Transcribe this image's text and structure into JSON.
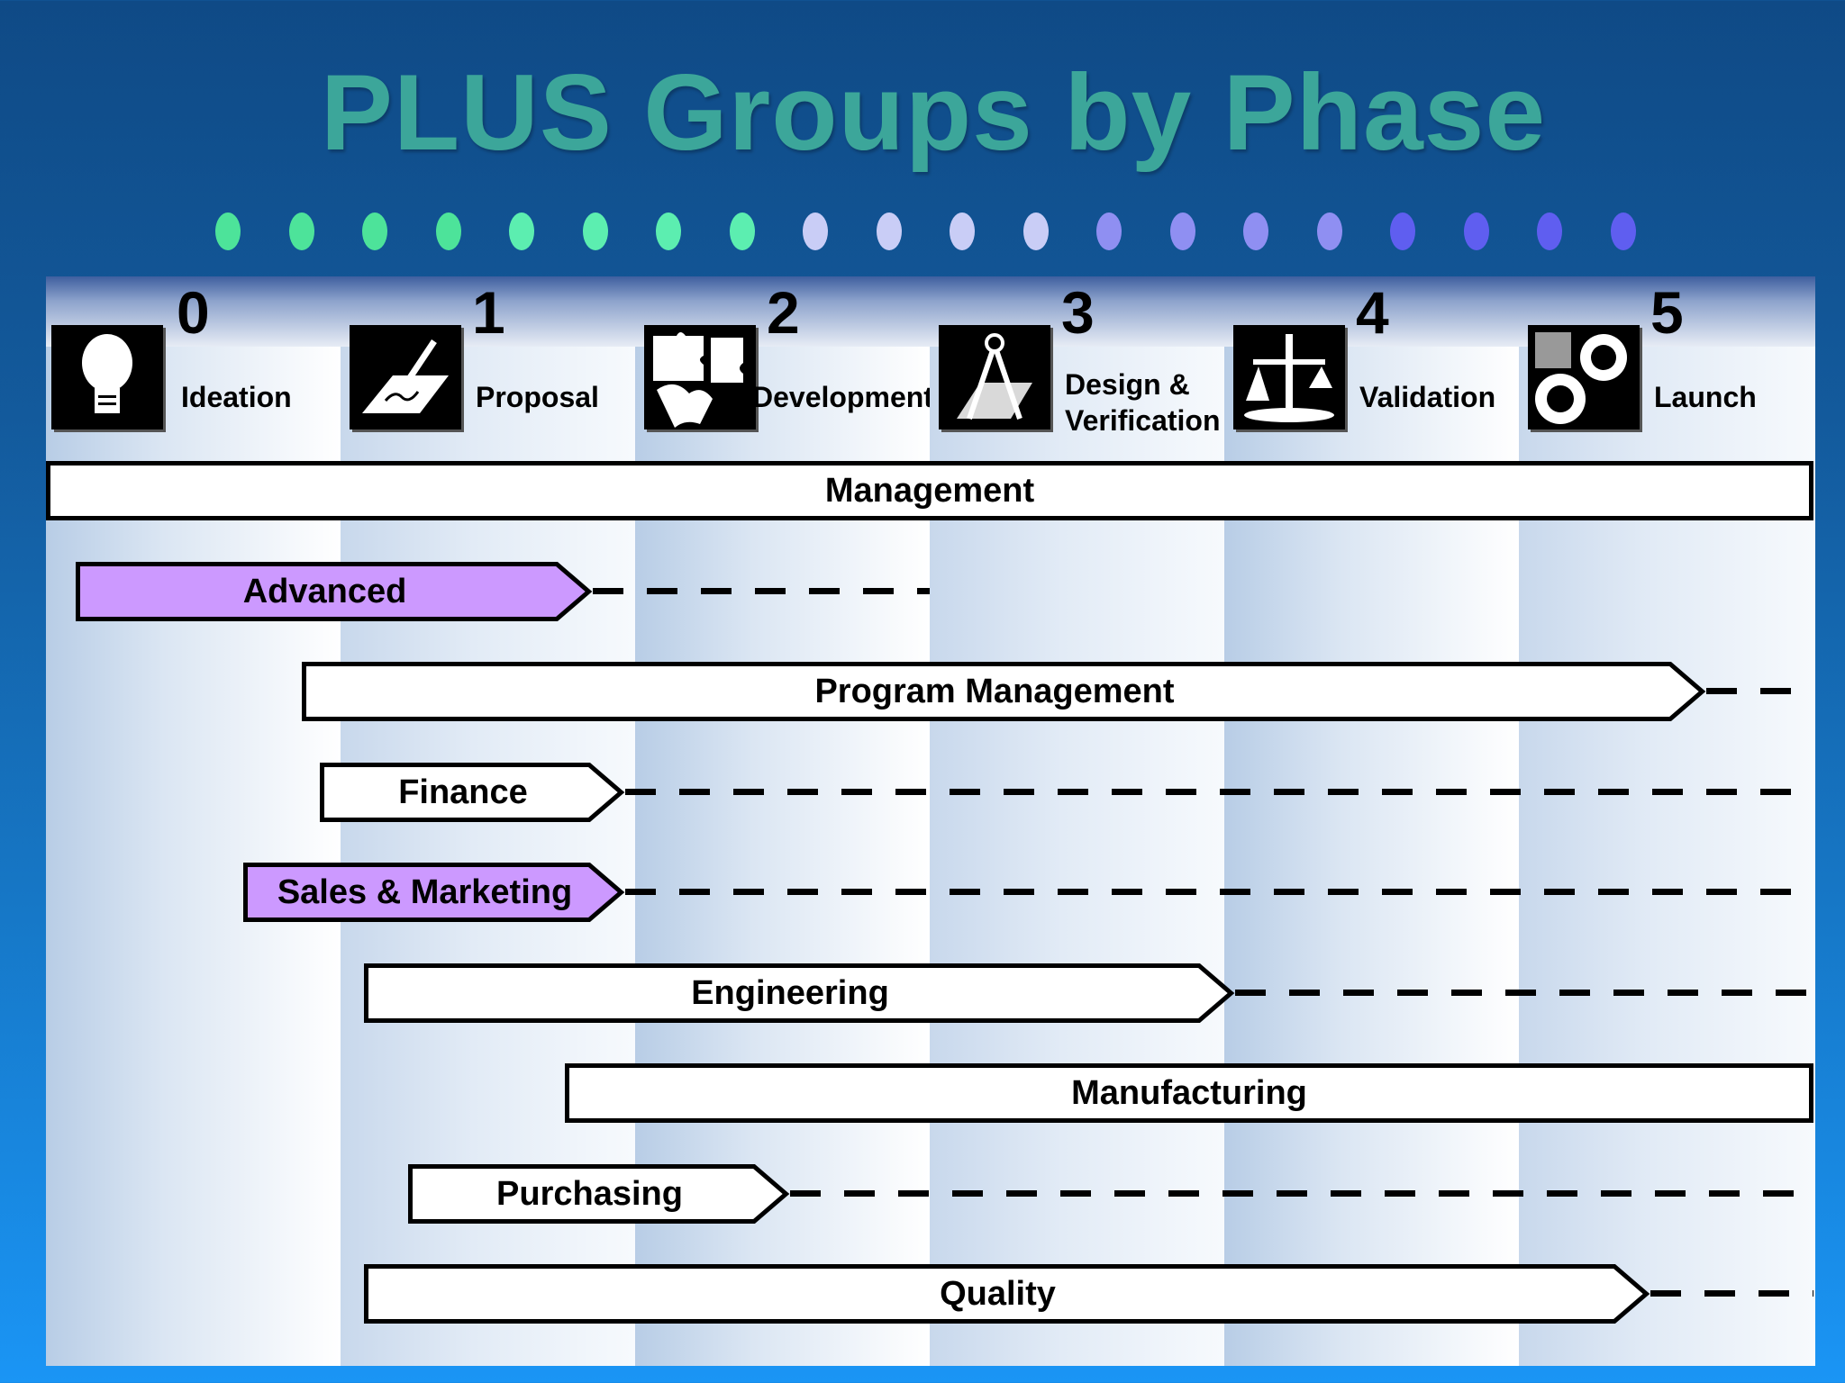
{
  "title": "PLUS Groups by Phase",
  "colors": {
    "title": "#3ca69a",
    "highlight": "#cc99ff",
    "bar_fill": "#ffffff"
  },
  "dot_colors": [
    "#4de39a",
    "#4de39a",
    "#4de39a",
    "#4de39a",
    "#5ceeb0",
    "#5ceeb0",
    "#5ceeb0",
    "#5ceeb0",
    "#c9cdf6",
    "#c9cdf6",
    "#c9cdf6",
    "#c9cdf6",
    "#8f8ff2",
    "#8f8ff2",
    "#8f8ff2",
    "#8f8ff2",
    "#5f5ef0",
    "#5f5ef0",
    "#5f5ef0",
    "#5f5ef0"
  ],
  "phases": [
    {
      "number": "0",
      "name": "Ideation",
      "icon": "lightbulb-icon"
    },
    {
      "number": "1",
      "name": "Proposal",
      "icon": "pen-writing-icon"
    },
    {
      "number": "2",
      "name": "Development",
      "icon": "puzzle-pieces-icon"
    },
    {
      "number": "3",
      "name": "Design &\nVerification",
      "icon": "drafting-compass-icon"
    },
    {
      "number": "4",
      "name": "Validation",
      "icon": "balance-scale-icon"
    },
    {
      "number": "5",
      "name": "Launch",
      "icon": "gears-icon"
    }
  ],
  "groups": [
    {
      "label": "Management",
      "start": 0,
      "end": 6,
      "arrow": false,
      "dashed_to": null,
      "highlight": false
    },
    {
      "label": "Advanced",
      "start": 0.1,
      "end": 1.85,
      "arrow": true,
      "dashed_to": 3,
      "highlight": true
    },
    {
      "label": "Program Management",
      "start": 0.87,
      "end": 5.63,
      "arrow": true,
      "dashed_to": 5.95,
      "highlight": false
    },
    {
      "label": "Finance",
      "start": 0.93,
      "end": 1.96,
      "arrow": true,
      "dashed_to": 6,
      "highlight": false
    },
    {
      "label": "Sales & Marketing",
      "start": 0.67,
      "end": 1.96,
      "arrow": true,
      "dashed_to": 6,
      "highlight": true
    },
    {
      "label": "Engineering",
      "start": 1.08,
      "end": 4.03,
      "arrow": true,
      "dashed_to": 6,
      "highlight": false
    },
    {
      "label": "Manufacturing",
      "start": 1.76,
      "end": 6,
      "arrow": false,
      "dashed_to": null,
      "highlight": false
    },
    {
      "label": "Purchasing",
      "start": 1.23,
      "end": 2.52,
      "arrow": true,
      "dashed_to": 5.95,
      "highlight": false
    },
    {
      "label": "Quality",
      "start": 1.08,
      "end": 5.44,
      "arrow": true,
      "dashed_to": 6,
      "highlight": false
    }
  ]
}
